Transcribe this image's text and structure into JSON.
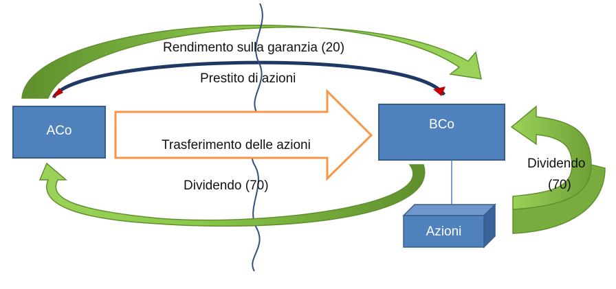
{
  "nodes": {
    "aco": "ACo",
    "bco": "BCo",
    "azioni": "Azioni"
  },
  "flows": {
    "rendimento": "Rendimento sulla garanzia (20)",
    "prestito": "Prestito di azioni",
    "trasferimento": "Trasferimento delle azioni",
    "dividendo_main": "Dividendo (70)",
    "dividendo_right_1": "Dividendo",
    "dividendo_right_2": "(70)"
  },
  "colors": {
    "box_fill": "#4f81bd",
    "box_border": "#385d8a",
    "green_light": "#9bd35a",
    "green_dark": "#5f8f2d",
    "orange": "#f79646",
    "red": "#c00000",
    "wave": "#2f4f7f"
  }
}
